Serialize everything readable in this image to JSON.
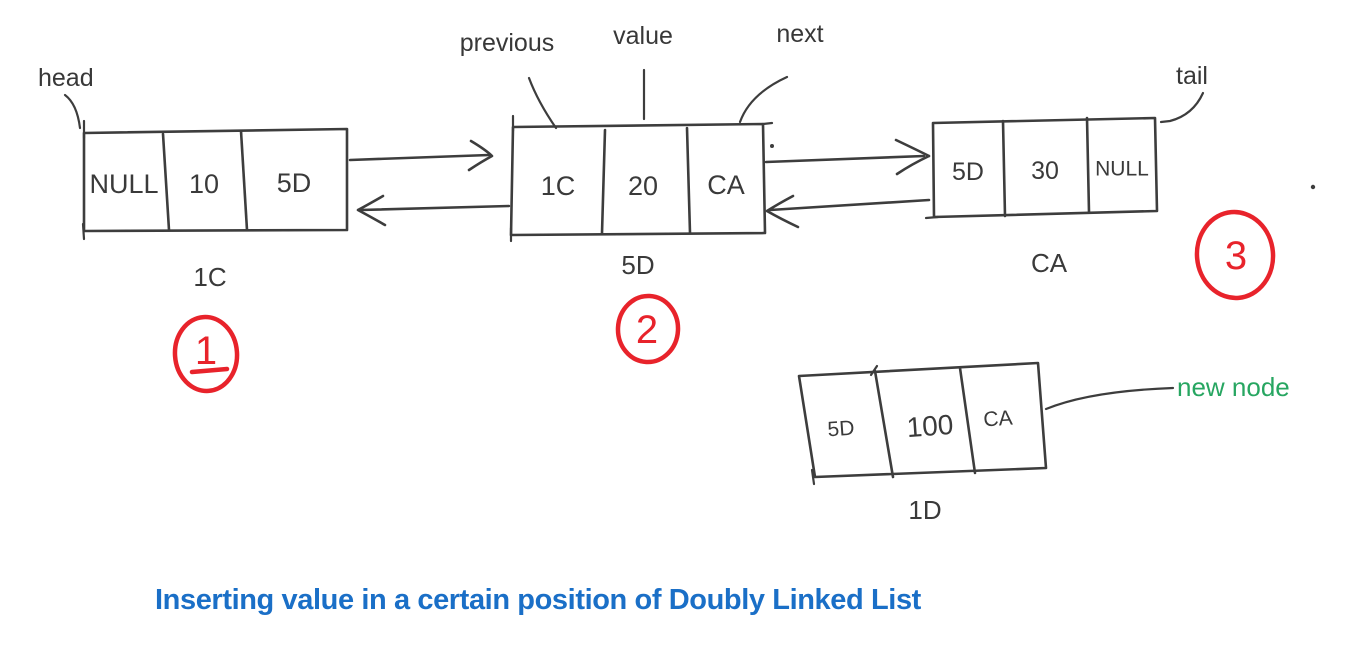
{
  "title": {
    "text": "Inserting value in a certain position of Doubly Linked List"
  },
  "palette": {
    "ink": "#3d3d3d",
    "red": "#e8232b",
    "green": "#27a661",
    "blue": "#1a6fc7",
    "background": "#ffffff"
  },
  "pointer_labels": {
    "head": "head",
    "tail": "tail"
  },
  "field_labels": {
    "previous": "previous",
    "value": "value",
    "next": "next"
  },
  "annotations": {
    "new_node": "new node"
  },
  "nodes": [
    {
      "address": "1C",
      "prev": "NULL",
      "value": "10",
      "next": "5D",
      "step": "1"
    },
    {
      "address": "5D",
      "prev": "1C",
      "value": "20",
      "next": "CA",
      "step": "2"
    },
    {
      "address": "CA",
      "prev": "5D",
      "value": "30",
      "next": "NULL",
      "step": "3"
    }
  ],
  "new_node": {
    "address": "1D",
    "prev": "5D",
    "value": "100",
    "next": "CA"
  }
}
